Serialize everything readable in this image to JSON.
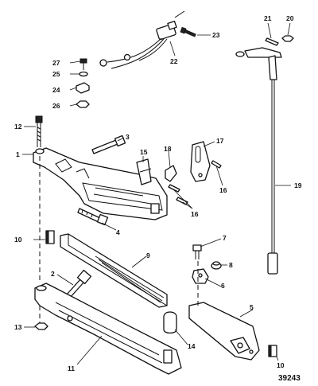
{
  "labels": {
    "l1": "1",
    "l2": "2",
    "l3": "3",
    "l4": "4",
    "l5": "5",
    "l6": "6",
    "l7": "7",
    "l8": "8",
    "l9": "9",
    "l10a": "10",
    "l10b": "10",
    "l11": "11",
    "l12": "12",
    "l13": "13",
    "l14": "14",
    "l15": "15",
    "l16a": "16",
    "l16b": "16",
    "l17": "17",
    "l18": "18",
    "l19": "19",
    "l20": "20",
    "l21": "21",
    "l22": "22",
    "l23": "23",
    "l24": "24",
    "l25": "25",
    "l26": "26",
    "l27": "27"
  },
  "figure_code": "39243"
}
